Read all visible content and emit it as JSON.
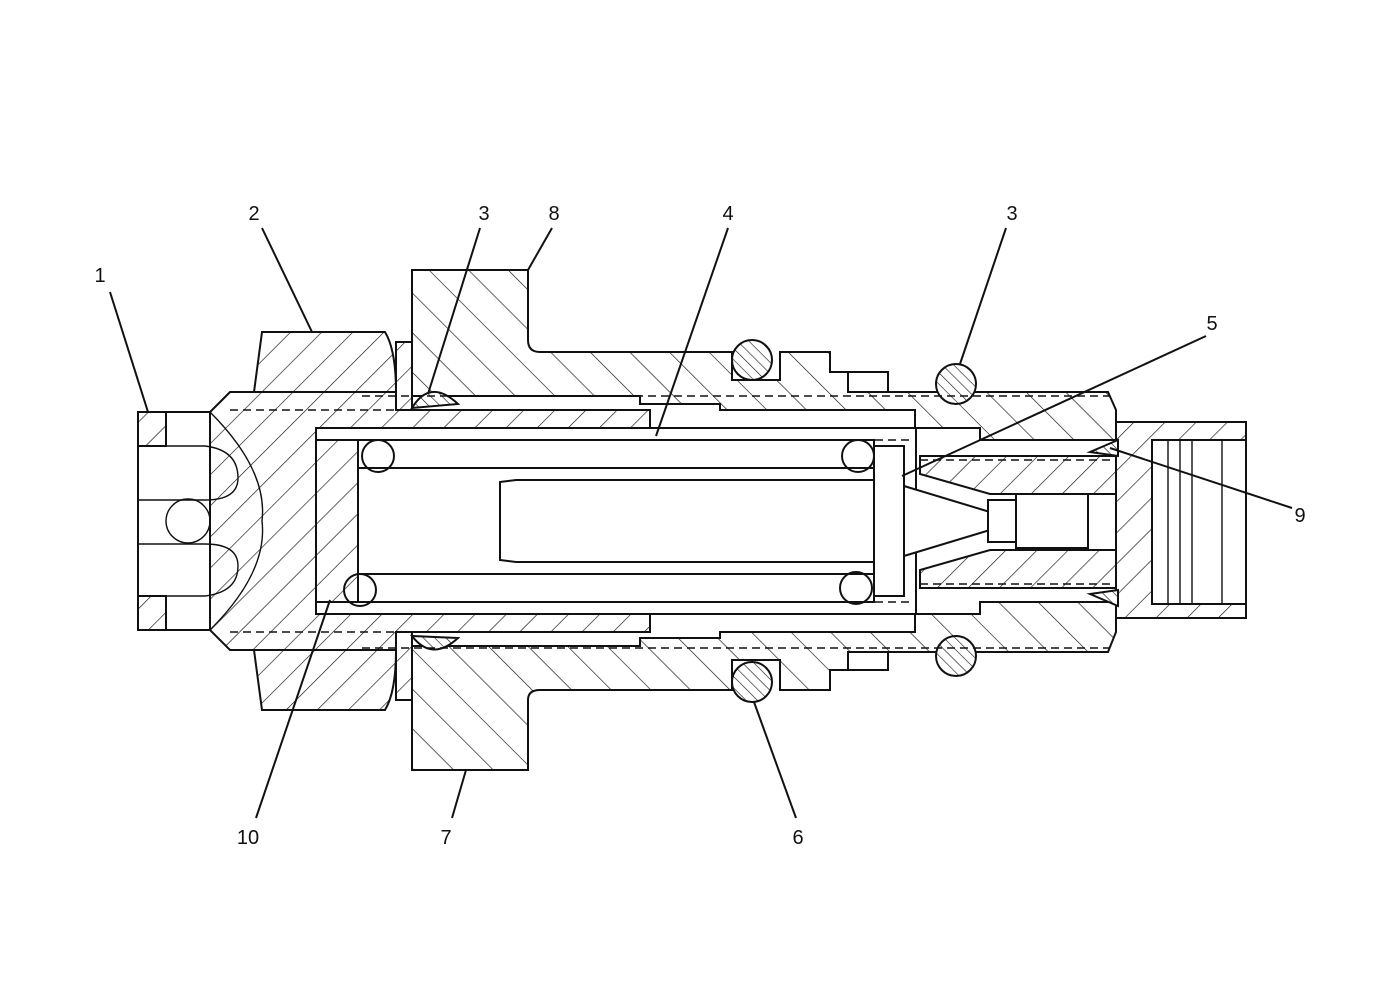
{
  "diagram": {
    "callouts": [
      {
        "id": "c1",
        "label": "1"
      },
      {
        "id": "c2",
        "label": "2"
      },
      {
        "id": "c3a",
        "label": "3"
      },
      {
        "id": "c8",
        "label": "8"
      },
      {
        "id": "c4",
        "label": "4"
      },
      {
        "id": "c3b",
        "label": "3"
      },
      {
        "id": "c5",
        "label": "5"
      },
      {
        "id": "c9",
        "label": "9"
      },
      {
        "id": "c10",
        "label": "10"
      },
      {
        "id": "c7",
        "label": "7"
      },
      {
        "id": "c6",
        "label": "6"
      }
    ]
  }
}
